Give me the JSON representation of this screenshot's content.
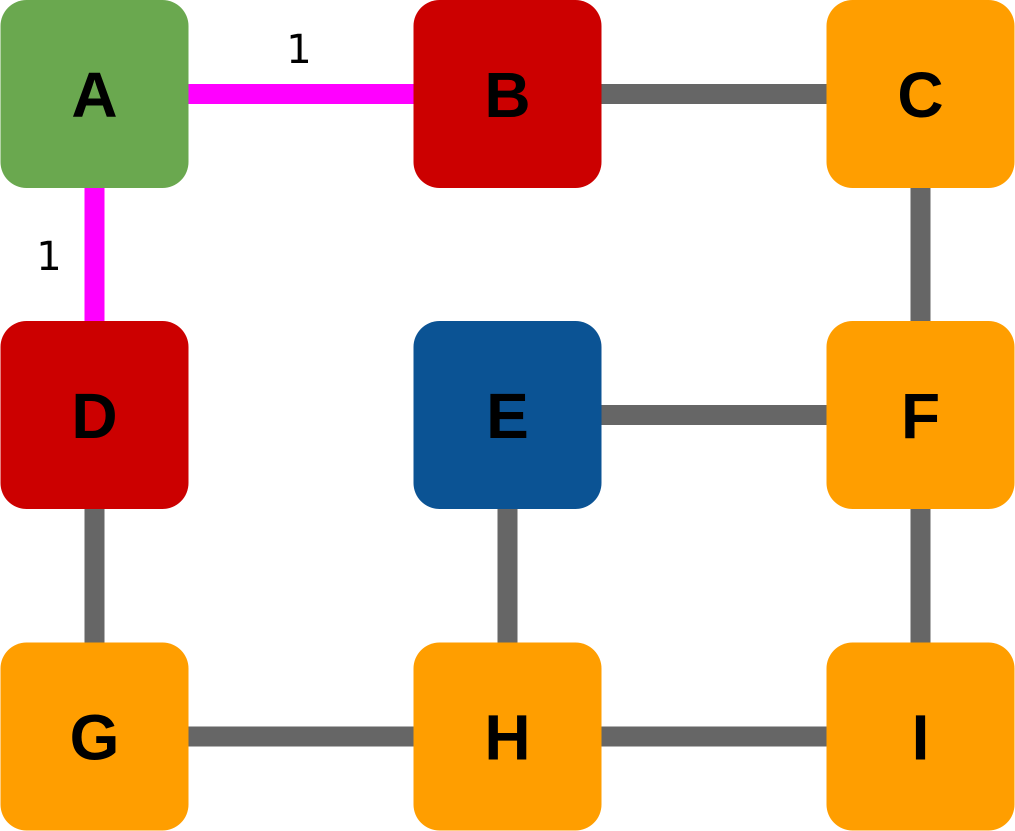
{
  "colors": {
    "start": "#6aa84f",
    "visited": "#cc0000",
    "current": "#0b5394",
    "unvisited": "#ff9e00",
    "edge_default": "#666666",
    "edge_highlight": "#ff00ff",
    "label": "#000000"
  },
  "nodes": [
    {
      "id": "A",
      "label": "A",
      "state": "start"
    },
    {
      "id": "B",
      "label": "B",
      "state": "visited"
    },
    {
      "id": "C",
      "label": "C",
      "state": "unvisited"
    },
    {
      "id": "D",
      "label": "D",
      "state": "visited"
    },
    {
      "id": "E",
      "label": "E",
      "state": "current"
    },
    {
      "id": "F",
      "label": "F",
      "state": "unvisited"
    },
    {
      "id": "G",
      "label": "G",
      "state": "unvisited"
    },
    {
      "id": "H",
      "label": "H",
      "state": "unvisited"
    },
    {
      "id": "I",
      "label": "I",
      "state": "unvisited"
    }
  ],
  "edges": [
    {
      "id": "A-B",
      "from": "A",
      "to": "B",
      "highlight": true,
      "weight": "1"
    },
    {
      "id": "A-D",
      "from": "A",
      "to": "D",
      "highlight": true,
      "weight": "1"
    },
    {
      "id": "B-C",
      "from": "B",
      "to": "C",
      "highlight": false
    },
    {
      "id": "C-F",
      "from": "C",
      "to": "F",
      "highlight": false
    },
    {
      "id": "E-F",
      "from": "E",
      "to": "F",
      "highlight": false
    },
    {
      "id": "D-G",
      "from": "D",
      "to": "G",
      "highlight": false
    },
    {
      "id": "E-H",
      "from": "E",
      "to": "H",
      "highlight": false
    },
    {
      "id": "F-I",
      "from": "F",
      "to": "I",
      "highlight": false
    },
    {
      "id": "G-H",
      "from": "G",
      "to": "H",
      "highlight": false
    },
    {
      "id": "H-I",
      "from": "H",
      "to": "I",
      "highlight": false
    }
  ]
}
